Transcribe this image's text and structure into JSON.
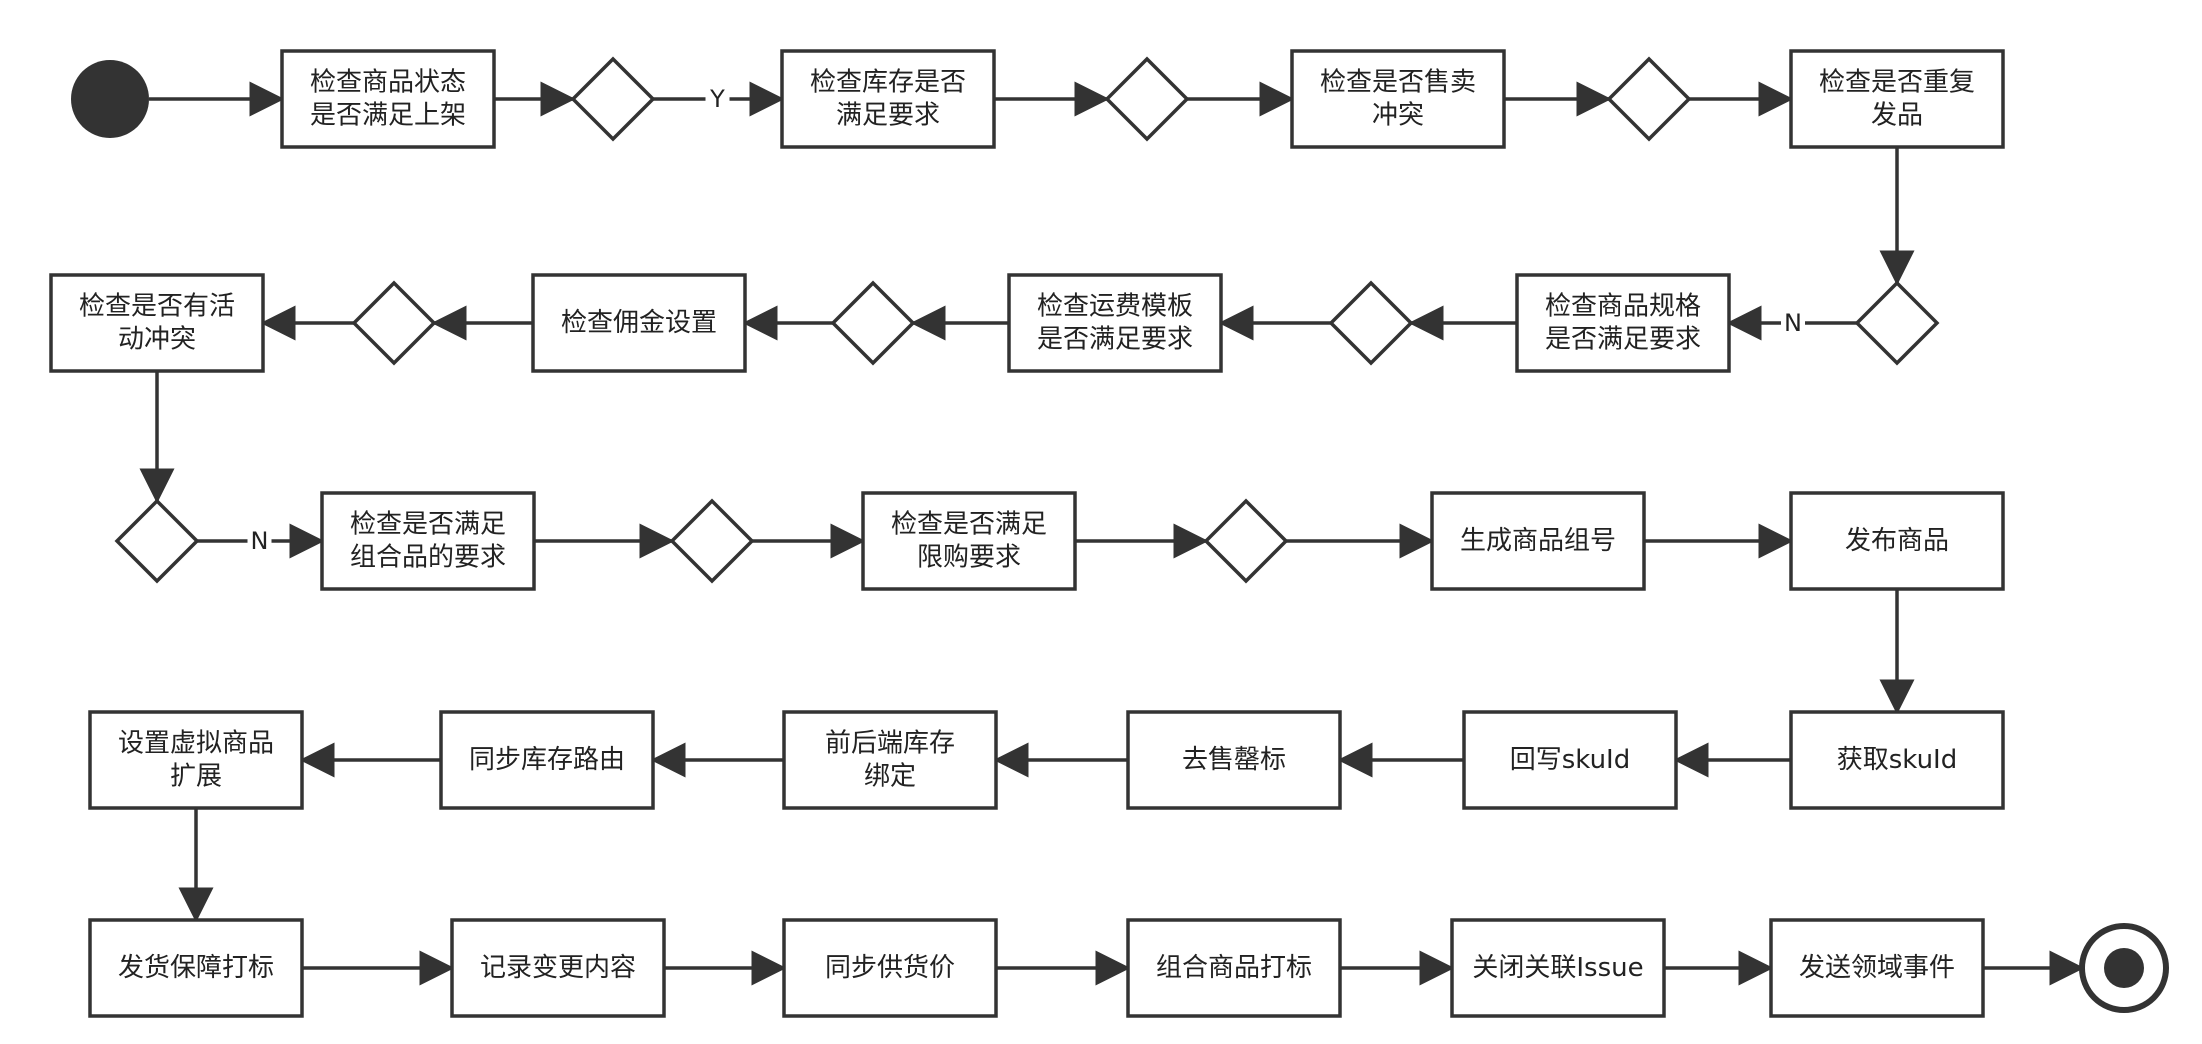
{
  "nodes": [
    {
      "id": "start",
      "kind": "start"
    },
    {
      "id": "n1",
      "kind": "task",
      "lines": [
        "检查商品状态",
        "是否满足上架"
      ]
    },
    {
      "id": "d1",
      "kind": "decision"
    },
    {
      "id": "n2",
      "kind": "task",
      "lines": [
        "检查库存是否",
        "满足要求"
      ]
    },
    {
      "id": "d2",
      "kind": "decision"
    },
    {
      "id": "n3",
      "kind": "task",
      "lines": [
        "检查是否售卖",
        "冲突"
      ]
    },
    {
      "id": "d3",
      "kind": "decision"
    },
    {
      "id": "n4",
      "kind": "task",
      "lines": [
        "检查是否重复",
        "发品"
      ]
    },
    {
      "id": "d4",
      "kind": "decision"
    },
    {
      "id": "n5",
      "kind": "task",
      "lines": [
        "检查商品规格",
        "是否满足要求"
      ]
    },
    {
      "id": "d5",
      "kind": "decision"
    },
    {
      "id": "n6",
      "kind": "task",
      "lines": [
        "检查运费模板",
        "是否满足要求"
      ]
    },
    {
      "id": "d6",
      "kind": "decision"
    },
    {
      "id": "n7",
      "kind": "task",
      "lines": [
        "检查佣金设置"
      ]
    },
    {
      "id": "d7",
      "kind": "decision"
    },
    {
      "id": "n8",
      "kind": "task",
      "lines": [
        "检查是否有活",
        "动冲突"
      ]
    },
    {
      "id": "d8",
      "kind": "decision"
    },
    {
      "id": "n9",
      "kind": "task",
      "lines": [
        "检查是否满足",
        "组合品的要求"
      ]
    },
    {
      "id": "d9",
      "kind": "decision"
    },
    {
      "id": "n10",
      "kind": "task",
      "lines": [
        "检查是否满足",
        "限购要求"
      ]
    },
    {
      "id": "d10",
      "kind": "decision"
    },
    {
      "id": "n11",
      "kind": "task",
      "lines": [
        "生成商品组号"
      ]
    },
    {
      "id": "n12",
      "kind": "task",
      "lines": [
        "发布商品"
      ]
    },
    {
      "id": "n13",
      "kind": "task",
      "lines": [
        "获取skuId"
      ]
    },
    {
      "id": "n14",
      "kind": "task",
      "lines": [
        "回写skuId"
      ]
    },
    {
      "id": "n15",
      "kind": "task",
      "lines": [
        "去售罄标"
      ]
    },
    {
      "id": "n16",
      "kind": "task",
      "lines": [
        "前后端库存",
        "绑定"
      ]
    },
    {
      "id": "n17",
      "kind": "task",
      "lines": [
        "同步库存路由"
      ]
    },
    {
      "id": "n18",
      "kind": "task",
      "lines": [
        "设置虚拟商品",
        "扩展"
      ]
    },
    {
      "id": "n19",
      "kind": "task",
      "lines": [
        "发货保障打标"
      ]
    },
    {
      "id": "n20",
      "kind": "task",
      "lines": [
        "记录变更内容"
      ]
    },
    {
      "id": "n21",
      "kind": "task",
      "lines": [
        "同步供货价"
      ]
    },
    {
      "id": "n22",
      "kind": "task",
      "lines": [
        "组合商品打标"
      ]
    },
    {
      "id": "n23",
      "kind": "task",
      "lines": [
        "关闭关联Issue"
      ]
    },
    {
      "id": "n24",
      "kind": "task",
      "lines": [
        "发送领域事件"
      ]
    },
    {
      "id": "end",
      "kind": "end"
    }
  ],
  "edges": [
    {
      "from": "start",
      "to": "n1",
      "label": ""
    },
    {
      "from": "n1",
      "to": "d1",
      "label": ""
    },
    {
      "from": "d1",
      "to": "n2",
      "label": "Y"
    },
    {
      "from": "n2",
      "to": "d2",
      "label": ""
    },
    {
      "from": "d2",
      "to": "n3",
      "label": ""
    },
    {
      "from": "n3",
      "to": "d3",
      "label": ""
    },
    {
      "from": "d3",
      "to": "n4",
      "label": ""
    },
    {
      "from": "n4",
      "to": "d4",
      "label": ""
    },
    {
      "from": "d4",
      "to": "n5",
      "label": "N"
    },
    {
      "from": "n5",
      "to": "d5",
      "label": ""
    },
    {
      "from": "d5",
      "to": "n6",
      "label": ""
    },
    {
      "from": "n6",
      "to": "d6",
      "label": ""
    },
    {
      "from": "d6",
      "to": "n7",
      "label": ""
    },
    {
      "from": "n7",
      "to": "d7",
      "label": ""
    },
    {
      "from": "d7",
      "to": "n8",
      "label": ""
    },
    {
      "from": "n8",
      "to": "d8",
      "label": ""
    },
    {
      "from": "d8",
      "to": "n9",
      "label": "N"
    },
    {
      "from": "n9",
      "to": "d9",
      "label": ""
    },
    {
      "from": "d9",
      "to": "n10",
      "label": ""
    },
    {
      "from": "n10",
      "to": "d10",
      "label": ""
    },
    {
      "from": "d10",
      "to": "n11",
      "label": ""
    },
    {
      "from": "n11",
      "to": "n12",
      "label": ""
    },
    {
      "from": "n12",
      "to": "n13",
      "label": ""
    },
    {
      "from": "n13",
      "to": "n14",
      "label": ""
    },
    {
      "from": "n14",
      "to": "n15",
      "label": ""
    },
    {
      "from": "n15",
      "to": "n16",
      "label": ""
    },
    {
      "from": "n16",
      "to": "n17",
      "label": ""
    },
    {
      "from": "n17",
      "to": "n18",
      "label": ""
    },
    {
      "from": "n18",
      "to": "n19",
      "label": ""
    },
    {
      "from": "n19",
      "to": "n20",
      "label": ""
    },
    {
      "from": "n20",
      "to": "n21",
      "label": ""
    },
    {
      "from": "n21",
      "to": "n22",
      "label": ""
    },
    {
      "from": "n22",
      "to": "n23",
      "label": ""
    },
    {
      "from": "n23",
      "to": "n24",
      "label": ""
    },
    {
      "from": "n24",
      "to": "end",
      "label": ""
    }
  ],
  "colors": {
    "stroke": "#333333",
    "fill": "#ffffff",
    "start": "#333333",
    "text": "#222222"
  }
}
